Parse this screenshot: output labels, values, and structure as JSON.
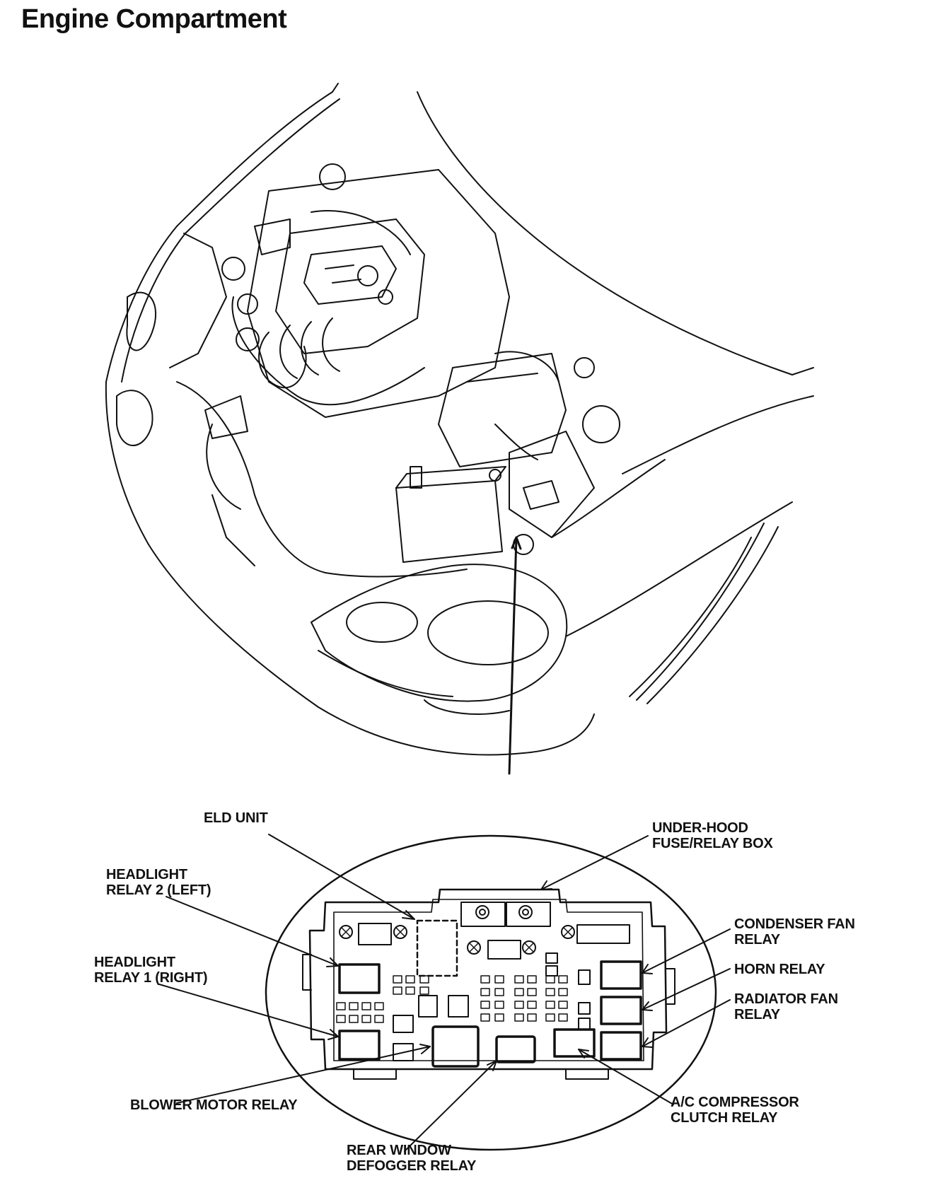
{
  "title": "Engine Compartment",
  "labels": {
    "eld_unit": "ELD UNIT",
    "under_hood": {
      "line1": "UNDER-HOOD",
      "line2": "FUSE/RELAY BOX"
    },
    "headlight_relay_2": {
      "line1": "HEADLIGHT",
      "line2": "RELAY 2 (LEFT)"
    },
    "headlight_relay_1": {
      "line1": "HEADLIGHT",
      "line2": "RELAY 1 (RIGHT)"
    },
    "condenser_fan": {
      "line1": "CONDENSER FAN",
      "line2": "RELAY"
    },
    "horn_relay": "HORN RELAY",
    "radiator_fan": {
      "line1": "RADIATOR FAN",
      "line2": "RELAY"
    },
    "blower_motor": "BLOWER MOTOR RELAY",
    "ac_compressor": {
      "line1": "A/C COMPRESSOR",
      "line2": "CLUTCH RELAY"
    },
    "rear_window": {
      "line1": "REAR WINDOW",
      "line2": "DEFOGGER RELAY"
    }
  },
  "colors": {
    "ink": "#111111",
    "background": "#ffffff"
  }
}
